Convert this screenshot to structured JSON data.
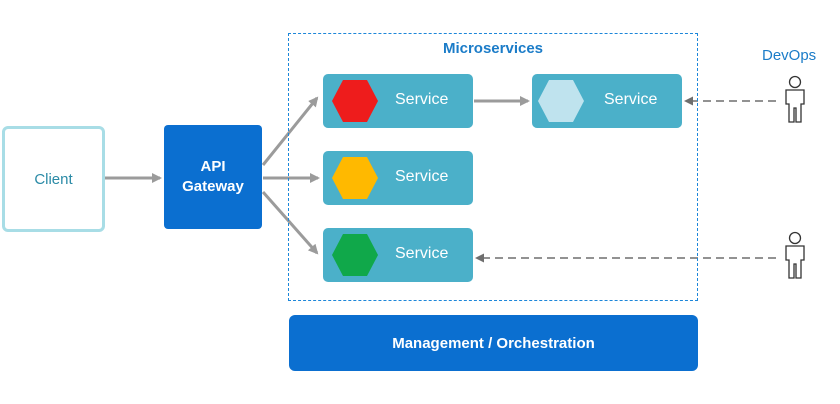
{
  "client": {
    "label": "Client"
  },
  "gateway": {
    "line1": "API",
    "line2": "Gateway"
  },
  "microservices": {
    "title": "Microservices",
    "services": [
      {
        "label": "Service",
        "hex_color": "#ee1c1c"
      },
      {
        "label": "Service",
        "hex_color": "#bfe3ee"
      },
      {
        "label": "Service",
        "hex_color": "#ffb900"
      },
      {
        "label": "Service",
        "hex_color": "#10a84a"
      }
    ]
  },
  "devops": {
    "label": "DevOps"
  },
  "management": {
    "label": "Management / Orchestration"
  },
  "colors": {
    "accent_blue": "#0b6fd0",
    "service_teal": "#4bb0c9",
    "client_border": "#a8dde6",
    "arrow_gray": "#9b9b9b",
    "dashed_gray": "#7a7a7a"
  },
  "icons": {
    "person": "person-outline-icon",
    "hexagon": "hexagon-icon"
  }
}
